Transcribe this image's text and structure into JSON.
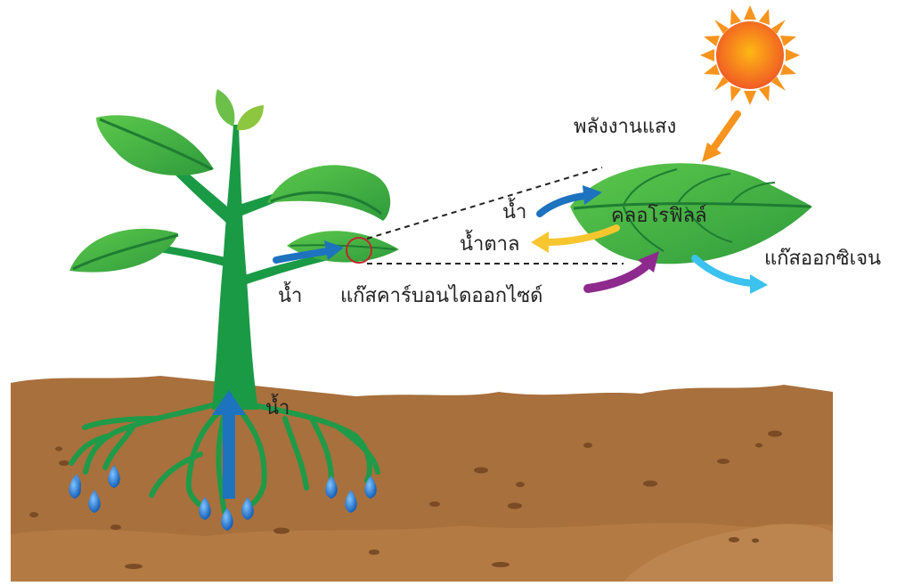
{
  "labels": {
    "light_energy": "พลังงานแสง",
    "chlorophyll": "คลอโรฟิลล์",
    "water_leaf": "น้ำ",
    "sugar": "น้ำตาล",
    "oxygen": "แก๊สออกซิเจน",
    "carbon_dioxide": "แก๊สคาร์บอนไดออกไซด์",
    "water_stem": "น้ำ",
    "water_root": "น้ำ"
  },
  "colors": {
    "sun_core": "#f26522",
    "sun_rays": "#fbb040",
    "leaf_green": "#4db848",
    "leaf_dark": "#1e8e3e",
    "stem": "#1b9a45",
    "water_arrow": "#1e73be",
    "sugar_arrow": "#f7c62f",
    "co2_arrow": "#8e2a8e",
    "oxygen_arrow": "#3cc2ef",
    "light_arrow": "#f7941d",
    "soil": "#a5713f",
    "soil_dark": "#8a5a2d",
    "drop": "#1a75d1"
  }
}
